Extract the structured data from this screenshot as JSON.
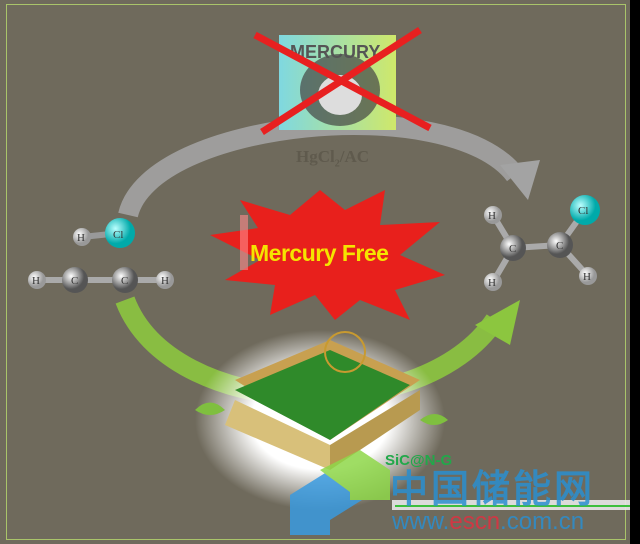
{
  "top_image": {
    "label": "MERCURY",
    "caption_main": "HgCl",
    "caption_sub": "2",
    "caption_rest": "/AC"
  },
  "center_label": "Mercury Free",
  "catalyst_label": "SiC@N-G",
  "reactants": {
    "hcl": [
      "H",
      "Cl"
    ],
    "acetylene": [
      "H",
      "C",
      "C",
      "H"
    ]
  },
  "product": [
    "H",
    "C",
    "C",
    "Cl",
    "H",
    "H"
  ],
  "watermark": {
    "title": "中国储能网",
    "url_pre": "www.",
    "url_mid": "escn",
    "url_post": ".com.cn"
  },
  "colors": {
    "background": "#6f6a5c",
    "star": "#e8201c",
    "text_yellow": "#f5e400",
    "arrow_gray": "#a0a0a0",
    "arrow_green": "#8cc63f"
  }
}
